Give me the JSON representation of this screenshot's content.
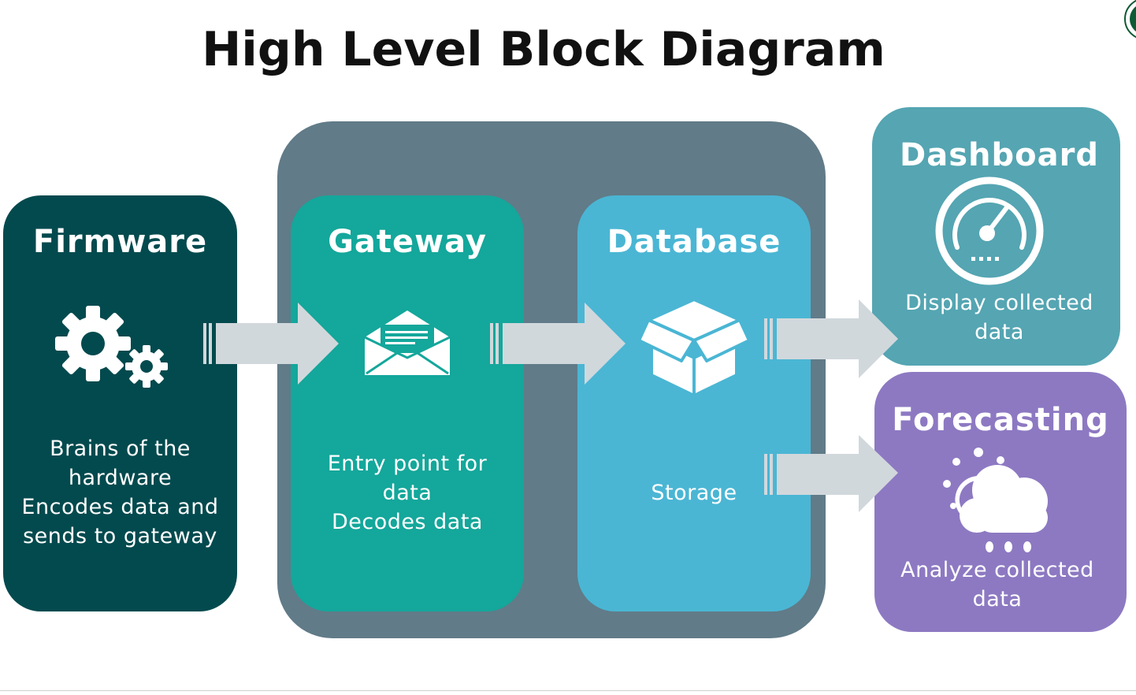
{
  "title": "High Level Block Diagram",
  "blocks": {
    "firmware": {
      "heading": "Firmware",
      "icon": "gears-icon",
      "lines": [
        "Brains of the",
        "hardware",
        "Encodes data and",
        "sends to gateway"
      ]
    },
    "gateway": {
      "heading": "Gateway",
      "icon": "envelope-icon",
      "lines": [
        "Entry point for",
        "data",
        "Decodes data"
      ]
    },
    "database": {
      "heading": "Database",
      "icon": "box-icon",
      "lines": [
        "Storage"
      ]
    },
    "dashboard": {
      "heading": "Dashboard",
      "icon": "gauge-icon",
      "lines": [
        "Display collected",
        "data"
      ]
    },
    "forecasting": {
      "heading": "Forecasting",
      "icon": "weather-icon",
      "lines": [
        "Analyze collected",
        "data"
      ]
    }
  },
  "colors": {
    "firmware": "#034a4e",
    "gateway": "#14a79b",
    "database": "#4ab6d4",
    "dashboard": "#55a5b2",
    "forecasting": "#8d79c2",
    "group_background": "#617b88",
    "arrow": "#d1d8dc"
  },
  "connections": [
    {
      "from": "Firmware",
      "to": "Gateway"
    },
    {
      "from": "Gateway",
      "to": "Database"
    },
    {
      "from": "Database",
      "to": "Dashboard"
    },
    {
      "from": "Database",
      "to": "Forecasting"
    }
  ]
}
